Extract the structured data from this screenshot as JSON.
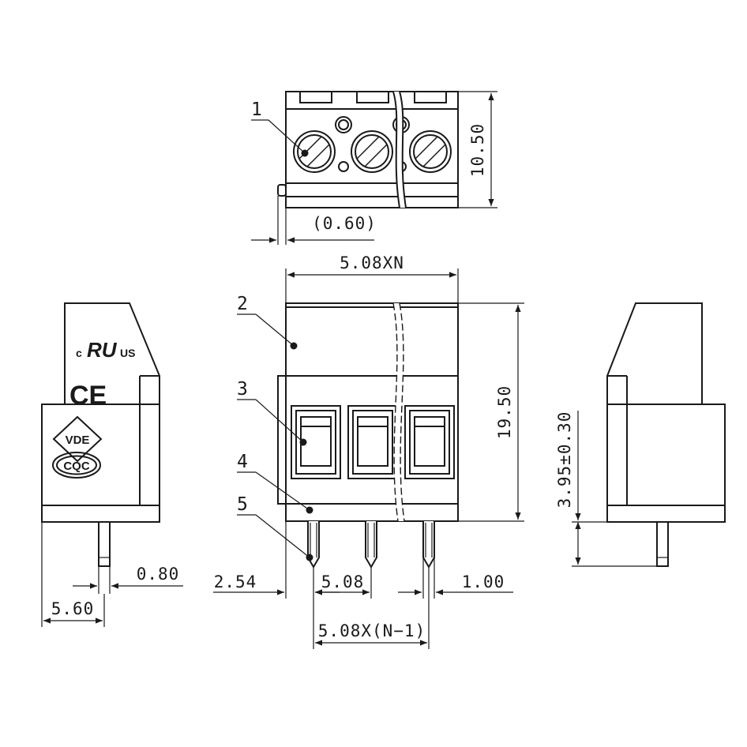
{
  "callouts": [
    "1",
    "2",
    "3",
    "4",
    "5"
  ],
  "dimensions": {
    "top_height": "10.50",
    "offset": "(0.60)",
    "width_total": "5.08XN",
    "front_height": "19.50",
    "side_height": "3.95±0.30",
    "pin_width": "0.80",
    "side_depth": "5.60",
    "edge_pitch": "2.54",
    "pitch": "5.08",
    "pin_thickness": "1.00",
    "pitch_span": "5.08X(N−1)"
  },
  "certifications": {
    "ul_c": "c",
    "ul_us": "US",
    "ul_logo": "RU",
    "ce": "CE",
    "vde": "VDE",
    "cqc": "CQC"
  }
}
